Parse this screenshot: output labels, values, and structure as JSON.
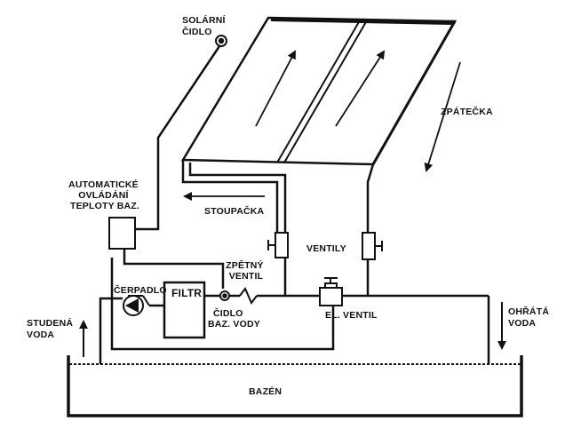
{
  "labels": {
    "solar_sensor": [
      "SOLÁRNÍ",
      "ČIDLO"
    ],
    "controller": [
      "AUTOMATICKÉ",
      "OVLÁDÁNÍ",
      "TEPLOTY BAZ."
    ],
    "return_line": "ZPÁTEČKA",
    "supply_line": "STOUPAČKA",
    "valves": "VENTILY",
    "check_valve": [
      "ZPĚTNÝ",
      "VENTIL"
    ],
    "pump": "ČERPADLO",
    "filter": "FILTR",
    "pool_sensor": [
      "ČIDLO",
      "BAZ. VODY"
    ],
    "el_valve": "EL. VENTIL",
    "cold_water": [
      "STUDENÁ",
      "VODA"
    ],
    "heated_water": [
      "OHŘÁTÁ",
      "VODA"
    ],
    "pool": "BAZÉN"
  },
  "colors": {
    "line": "#111111",
    "background": "#ffffff"
  }
}
